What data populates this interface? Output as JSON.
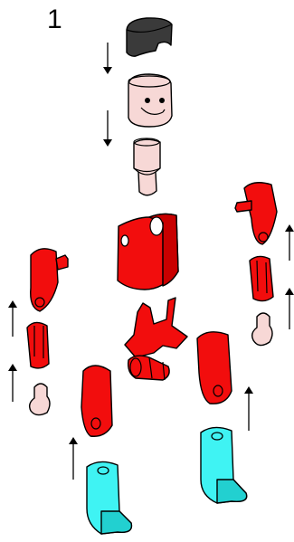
{
  "step": {
    "number": "1"
  },
  "colors": {
    "hair": "#3a3a3a",
    "skin": "#f7d8d6",
    "red": "#f20d0d",
    "red_shadow": "#c80000",
    "cyan": "#3ff3f3",
    "cyan_shadow": "#22d0d0",
    "outline": "#000000"
  },
  "parts": [
    {
      "name": "hair-piece",
      "color": "hair"
    },
    {
      "name": "head",
      "color": "skin"
    },
    {
      "name": "neck-peg",
      "color": "skin"
    },
    {
      "name": "torso",
      "color": "red"
    },
    {
      "name": "hip-joint",
      "color": "red"
    },
    {
      "name": "left-upper-arm",
      "color": "red"
    },
    {
      "name": "left-elbow",
      "color": "red"
    },
    {
      "name": "left-hand",
      "color": "skin"
    },
    {
      "name": "right-upper-arm",
      "color": "red"
    },
    {
      "name": "right-elbow",
      "color": "red"
    },
    {
      "name": "right-hand",
      "color": "skin"
    },
    {
      "name": "left-leg",
      "color": "red"
    },
    {
      "name": "right-leg",
      "color": "red"
    },
    {
      "name": "left-foot",
      "color": "cyan"
    },
    {
      "name": "right-foot",
      "color": "cyan"
    }
  ],
  "arrows": [
    {
      "name": "arrow-hair-to-head",
      "direction": "down"
    },
    {
      "name": "arrow-head-to-neck",
      "direction": "down"
    },
    {
      "name": "arrow-left-elbow-to-arm",
      "direction": "up"
    },
    {
      "name": "arrow-left-hand-to-elbow",
      "direction": "up"
    },
    {
      "name": "arrow-right-elbow-to-arm",
      "direction": "up"
    },
    {
      "name": "arrow-right-hand-to-elbow",
      "direction": "up"
    },
    {
      "name": "arrow-left-foot-to-leg",
      "direction": "up"
    },
    {
      "name": "arrow-right-foot-to-leg",
      "direction": "up"
    }
  ]
}
